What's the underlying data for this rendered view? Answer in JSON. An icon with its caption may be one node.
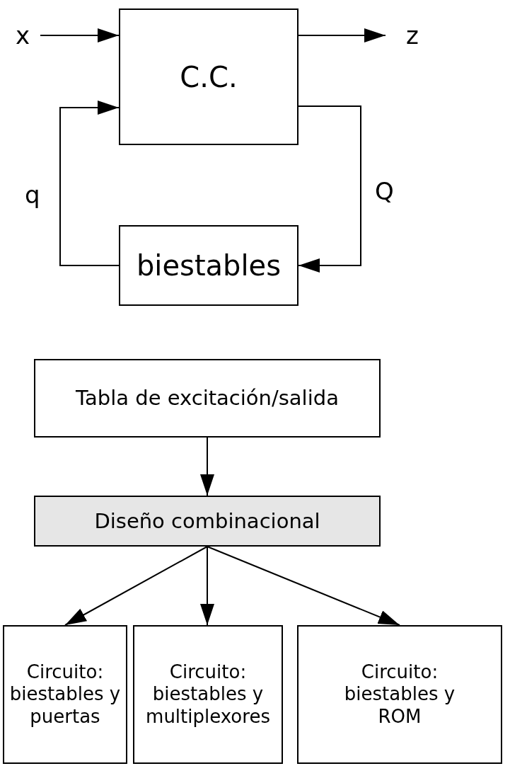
{
  "diagram": {
    "nodes": [
      {
        "text": [
          "C.C."
        ]
      },
      {
        "text": [
          "biestables"
        ]
      },
      {
        "text": [
          "x"
        ]
      },
      {
        "text": [
          "z"
        ]
      },
      {
        "text": [
          "Tabla de excitación/salida"
        ]
      },
      {
        "text": [
          "Diseño combinacional"
        ]
      },
      {
        "text": [
          "Circuito: biestables y puertas"
        ]
      },
      {
        "text": [
          "Circuito: biestables y multiplexores"
        ]
      },
      {
        "text": [
          "Circuito: biestables y ROM"
        ]
      }
    ],
    "edges": [
      {
        "from": 2,
        "to": 0,
        "arrow": "to"
      },
      {
        "from": 0,
        "to": 3,
        "arrow": "to"
      },
      {
        "from": 1,
        "to": 0,
        "arrow": "to",
        "label": "q"
      },
      {
        "from": 0,
        "to": 1,
        "arrow": "to",
        "label": "Q"
      },
      {
        "from": 4,
        "to": 5,
        "arrow": "to"
      },
      {
        "from": 5,
        "to": 6,
        "arrow": "to"
      },
      {
        "from": 5,
        "to": 7,
        "arrow": "to"
      },
      {
        "from": 5,
        "to": 8,
        "arrow": "to"
      }
    ]
  }
}
